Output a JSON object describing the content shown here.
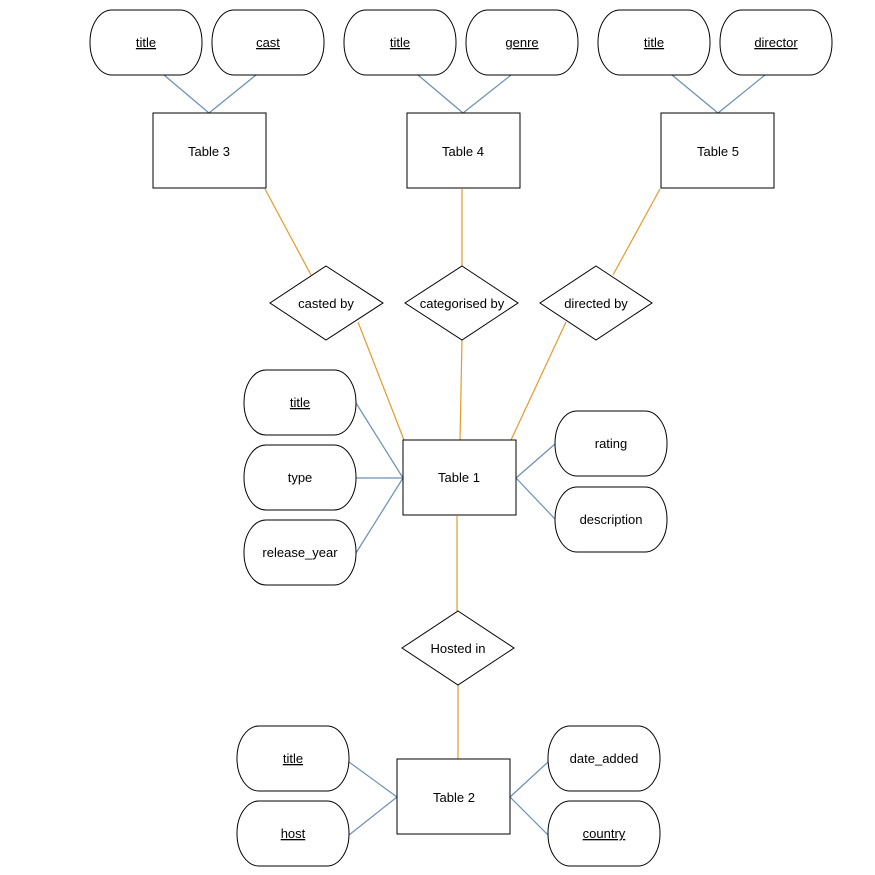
{
  "colors": {
    "attribute_link": "#6a8fb5",
    "relationship_link": "#e59a2c",
    "stroke": "#000000",
    "fill": "#ffffff"
  },
  "entities": {
    "table1": "Table 1",
    "table2": "Table 2",
    "table3": "Table 3",
    "table4": "Table 4",
    "table5": "Table 5"
  },
  "relationships": {
    "casted_by": "casted by",
    "categorised_by": "categorised by",
    "directed_by": "directed by",
    "hosted_in": "Hosted in"
  },
  "attributes": {
    "t3_title": {
      "label": "title",
      "key": true
    },
    "t3_cast": {
      "label": "cast",
      "key": true
    },
    "t4_title": {
      "label": "title",
      "key": true
    },
    "t4_genre": {
      "label": "genre",
      "key": true
    },
    "t5_title": {
      "label": "title",
      "key": true
    },
    "t5_director": {
      "label": "director",
      "key": true
    },
    "t1_title": {
      "label": "title",
      "key": true
    },
    "t1_type": {
      "label": "type",
      "key": false
    },
    "t1_release_year": {
      "label": "release_year",
      "key": false
    },
    "t1_rating": {
      "label": "rating",
      "key": false
    },
    "t1_description": {
      "label": "description",
      "key": false
    },
    "t2_title": {
      "label": "title",
      "key": true
    },
    "t2_host": {
      "label": "host",
      "key": true
    },
    "t2_date_added": {
      "label": "date_added",
      "key": false
    },
    "t2_country": {
      "label": "country",
      "key": true
    }
  }
}
